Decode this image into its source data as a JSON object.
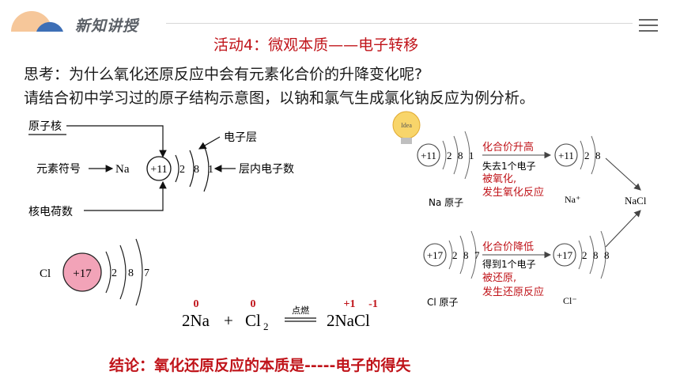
{
  "header": {
    "brand": "新知讲授",
    "menu_icon": "hamburger-menu-icon"
  },
  "activity_title": "活动4：微观本质——电子转移",
  "question": {
    "line1": "思考：为什么氧化还原反应中会有元素化合价的升降变化呢?",
    "line2": "请结合初中学习过的原子结构示意图，以钠和氯气生成氯化钠反应为例分析。"
  },
  "diagram": {
    "label_nucleus": "原子核",
    "label_symbol": "元素符号",
    "label_charge": "核电荷数",
    "label_shell": "电子层",
    "label_shell_electrons": "层内电子数",
    "na_symbol": "Na",
    "na_nucleus": "+11",
    "na_electrons": [
      "2",
      "8",
      "1"
    ]
  },
  "cl_atom": {
    "symbol": "Cl",
    "nucleus": "+17",
    "electrons": [
      "2",
      "8",
      "7"
    ]
  },
  "equation": {
    "lhs1": "2Na",
    "plus": "+",
    "lhs2": "Cl",
    "lhs2_sub": "2",
    "condition": "点燃",
    "rhs": "2NaCl",
    "ox_na": "0",
    "ox_cl": "0",
    "ox_rhs_na": "+1",
    "ox_rhs_cl": "-1"
  },
  "transfer": {
    "idea_label": "Idea",
    "na_nucleus": "+11",
    "na_electrons": [
      "2",
      "8",
      "1"
    ],
    "na_ion_nucleus": "+11",
    "na_ion_electrons": [
      "2",
      "8"
    ],
    "na_atom_label": "Na 原子",
    "na_ion_label": "Na⁺",
    "cl_nucleus": "+17",
    "cl_electrons": [
      "2",
      "8",
      "7"
    ],
    "cl_ion_nucleus": "+17",
    "cl_ion_electrons": [
      "2",
      "8",
      "8"
    ],
    "cl_atom_label": "Cl 原子",
    "cl_ion_label": "Cl⁻",
    "product": "NaCl",
    "na_rise": "化合价升高",
    "na_lose": "失去1个电子",
    "na_oxidized": "被氧化,",
    "na_reaction": "发生氧化反应",
    "cl_fall": "化合价降低",
    "cl_gain": "得到1个电子",
    "cl_reduced": "被还原,",
    "cl_reaction": "发生还原反应"
  },
  "conclusion": "结论：氧化还原反应的本质是-----电子的得失",
  "colors": {
    "accent_red": "#c0141a",
    "header_blue": "#3e6fb6",
    "header_peach": "#f6c79a",
    "cl_nucleus_fill": "#f2a3b8"
  }
}
